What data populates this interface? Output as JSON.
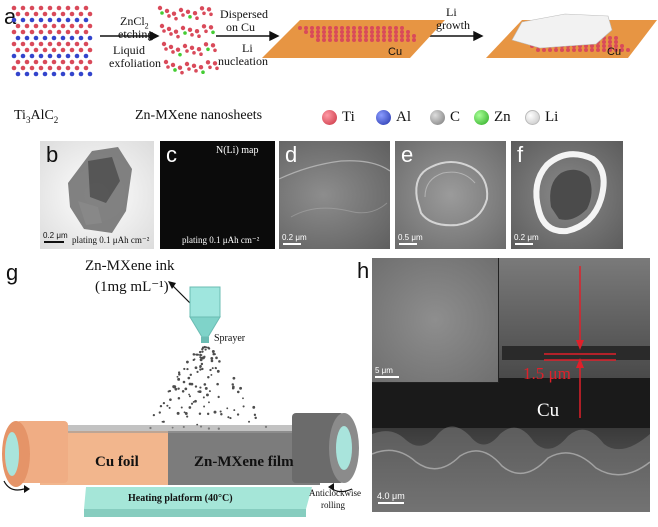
{
  "panel_labels": {
    "a": "a",
    "b": "b",
    "c": "c",
    "d": "d",
    "e": "e",
    "f": "f",
    "g": "g",
    "h": "h"
  },
  "panel_a": {
    "step1_top": "ZnCl",
    "step1_top_sub": "2",
    "step1_top2": "etching",
    "step1_bottom1": "Liquid",
    "step1_bottom2": "exfoliation",
    "step2_top1": "Dispersed",
    "step2_top2": "on Cu",
    "step2_bottom1": "Li",
    "step2_bottom2": "nucleation",
    "step3_top1": "Li",
    "step3_top2": "growth",
    "cu_label_1": "Cu",
    "cu_label_2": "Cu",
    "caption_left": "Ti",
    "caption_left_sub1": "3",
    "caption_left_mid": "AlC",
    "caption_left_sub2": "2",
    "caption_mid": "Zn-MXene nanosheets"
  },
  "legend": [
    {
      "label": "Ti",
      "color": "#d94a5a"
    },
    {
      "label": "Al",
      "color": "#3344cc"
    },
    {
      "label": "C",
      "color": "#8a8a8a"
    },
    {
      "label": "Zn",
      "color": "#44cc33"
    },
    {
      "label": "Li",
      "color": "#e8e8e8"
    }
  ],
  "panel_b": {
    "scale": "0.2 μm",
    "caption": "plating 0.1 μAh cm⁻²"
  },
  "panel_c": {
    "map": "N(Li) map",
    "caption": "plating 0.1 μAh cm⁻²"
  },
  "panel_d": {
    "scale": "0.2 μm"
  },
  "panel_e": {
    "scale": "0.5 μm"
  },
  "panel_f": {
    "scale": "0.2 μm"
  },
  "panel_g": {
    "ink_line1": "Zn-MXene ink",
    "ink_line2": "(1mg mL⁻¹)",
    "sprayer": "Sprayer",
    "cu_foil": "Cu foil",
    "film": "Zn-MXene film",
    "platform": "Heating platform (40°C)",
    "rolling_1": "Anticlockwise",
    "rolling_2": "rolling"
  },
  "panel_h": {
    "inset_scale": "5 μm",
    "thickness": "1.5 μm",
    "cu": "Cu",
    "scale": "4.0 μm"
  }
}
